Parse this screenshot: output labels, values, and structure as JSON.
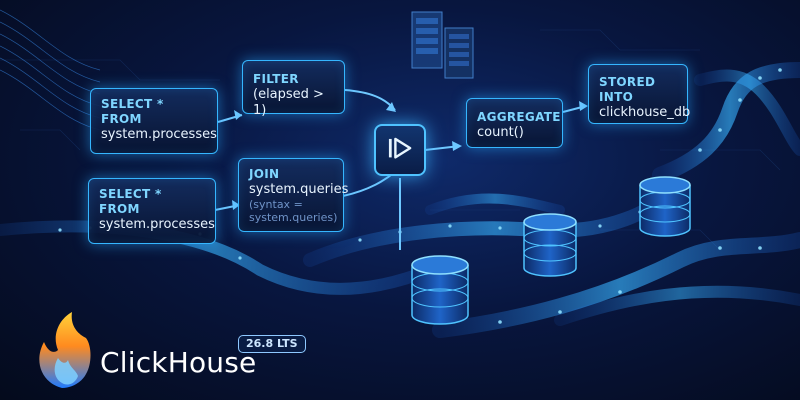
{
  "cards": {
    "select_top": {
      "kw1": "SELECT *",
      "kw2": "FROM",
      "text": "system.processes"
    },
    "filter": {
      "kw": "FILTER",
      "text": "(elapsed > 1)"
    },
    "select_bottom": {
      "kw1": "SELECT *",
      "kw2": "FROM",
      "text": "system.processes"
    },
    "join": {
      "kw": "JOIN",
      "text": "system.queries",
      "note1": "(syntax =",
      "note2": "system.queries)"
    },
    "aggregate": {
      "kw": "AGGREGATE",
      "text": "count()"
    },
    "stored": {
      "kw": "STORED INTO",
      "text": "clickhouse_db"
    }
  },
  "brand": {
    "name": "ClickHouse",
    "version": "26.8 LTS"
  },
  "icons": {
    "process": "play-step-icon",
    "logo": "flame-logo-icon",
    "database": "database-cylinder-icon",
    "server": "server-rack-icon"
  },
  "colors": {
    "background": "#08163f",
    "accent": "#35b6ff",
    "glow": "#4fc3ff"
  }
}
